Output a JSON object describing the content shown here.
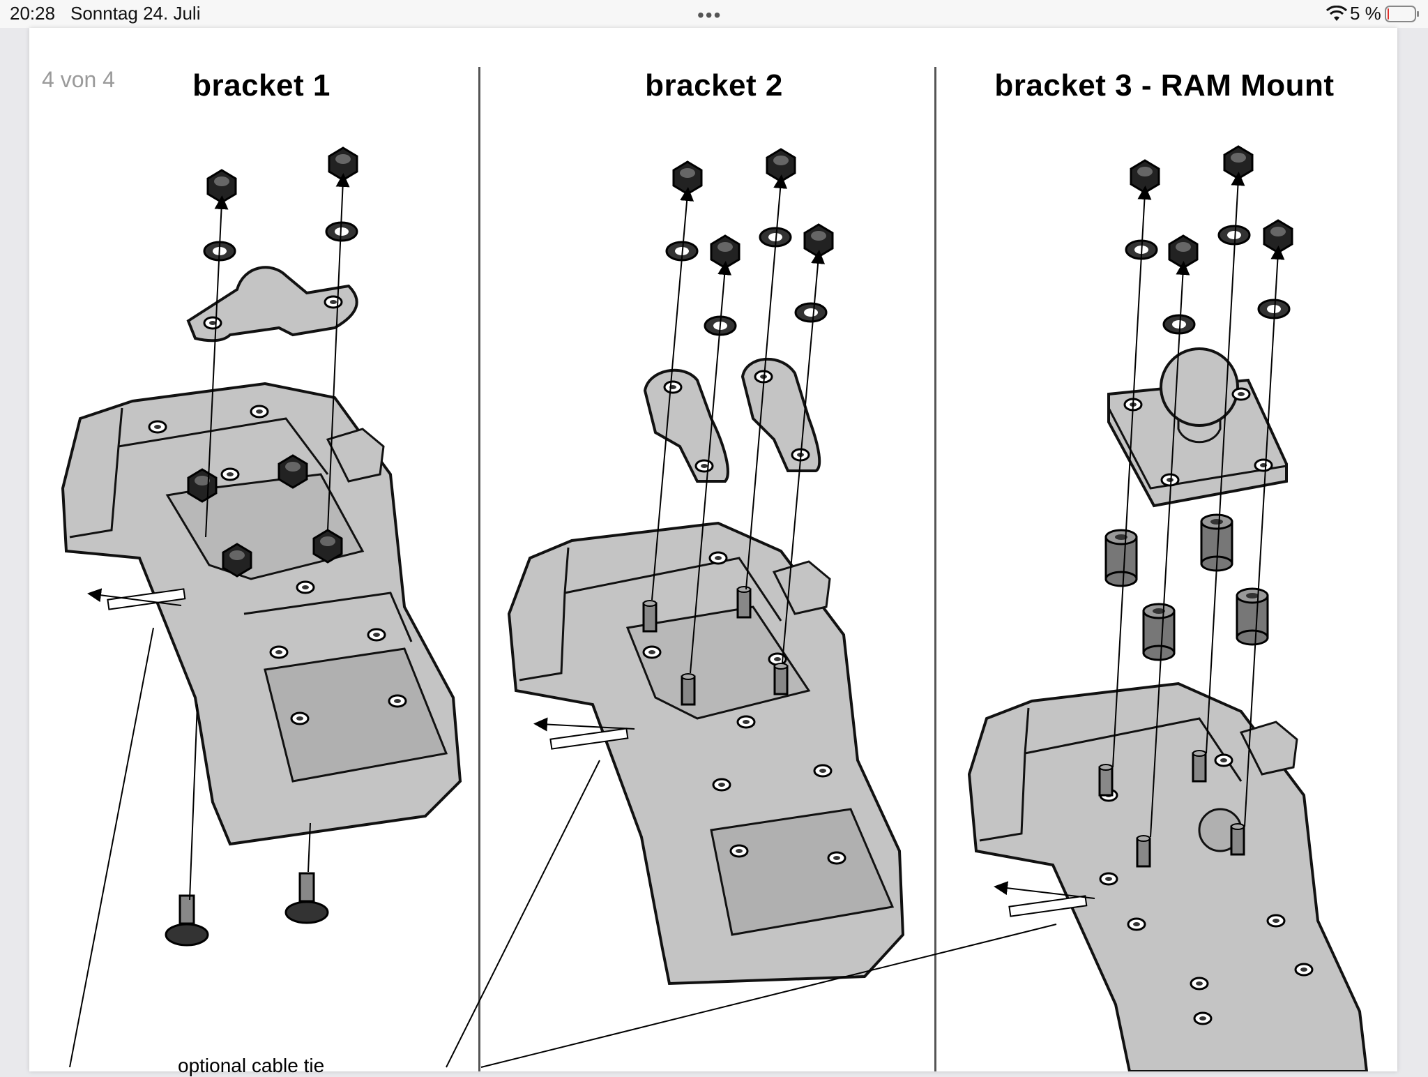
{
  "status_bar": {
    "time": "20:28",
    "date": "Sonntag 24. Juli",
    "battery_percent": "5 %",
    "battery_level": 0.05,
    "battery_color": "#e0302a",
    "wifi_icon": "wifi-icon",
    "battery_icon": "battery-icon"
  },
  "viewer": {
    "page_indicator": "4 von 4"
  },
  "document": {
    "columns": [
      {
        "title": "bracket 1"
      },
      {
        "title": "bracket 2"
      },
      {
        "title": "bracket 3 - RAM Mount"
      }
    ],
    "caption": "optional cable tie"
  },
  "colors": {
    "part_fill": "#c4c4c4",
    "part_dark": "#7d7d7d",
    "line": "#111111"
  }
}
